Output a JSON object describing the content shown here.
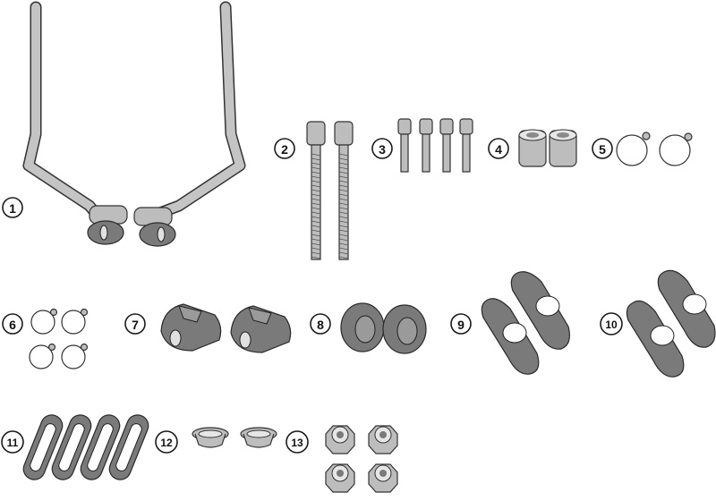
{
  "diagram": {
    "parts": [
      {
        "id": "part-1",
        "label": "1"
      },
      {
        "id": "part-2",
        "label": "2"
      },
      {
        "id": "part-3",
        "label": "3"
      },
      {
        "id": "part-4",
        "label": "4"
      },
      {
        "id": "part-5",
        "label": "5"
      },
      {
        "id": "part-6",
        "label": "6"
      },
      {
        "id": "part-7",
        "label": "7"
      },
      {
        "id": "part-8",
        "label": "8"
      },
      {
        "id": "part-9",
        "label": "9"
      },
      {
        "id": "part-10",
        "label": "10"
      },
      {
        "id": "part-11",
        "label": "11"
      },
      {
        "id": "part-12",
        "label": "12"
      },
      {
        "id": "part-13",
        "label": "13"
      }
    ],
    "colors": {
      "metal": "#bdbdbd",
      "rubber": "#7a7a7a",
      "outline": "#333333"
    }
  }
}
